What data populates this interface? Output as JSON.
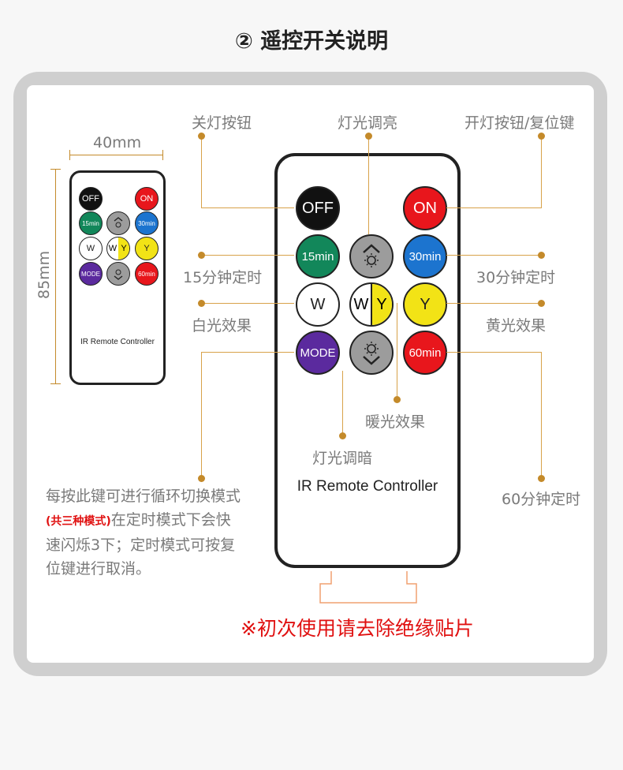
{
  "title": "② 遥控开关说明",
  "dimensions": {
    "width_label": "40mm",
    "height_label": "85mm"
  },
  "labels": {
    "off_button": "关灯按钮",
    "brightness_up": "灯光调亮",
    "on_button": "开灯按钮/复位键",
    "timer_15": "15分钟定时",
    "timer_30": "30分钟定时",
    "white_light": "白光效果",
    "yellow_light": "黄光效果",
    "warm_light": "暖光效果",
    "brightness_down": "灯光调暗",
    "timer_60": "60分钟定时"
  },
  "buttons": {
    "off": "OFF",
    "on": "ON",
    "min15": "15min",
    "min30": "30min",
    "white": "W",
    "warm_w": "W",
    "warm_y": "Y",
    "yellow": "Y",
    "mode": "MODE",
    "min60": "60min"
  },
  "remote_title": "IR Remote Controller",
  "note": {
    "line1": "每按此键可进行循环切换模式",
    "red": "(共三种模式)",
    "line2": "在定时模式下会快",
    "line3": "速闪烁3下；定时模式可按复",
    "line4": "位键进行取消。"
  },
  "warning": "※初次使用请去除绝缘贴片",
  "colors": {
    "off": "#111111",
    "on": "#e8161c",
    "min15": "#12875a",
    "min30": "#1c74cf",
    "yellow": "#f2e316",
    "mode": "#5b2a9e",
    "min60": "#e8161c",
    "gray": "#9c9c9c",
    "accent_line": "#d8a24a",
    "warning": "#e01010"
  },
  "icons": [
    "brightness-up-icon",
    "brightness-down-icon"
  ]
}
